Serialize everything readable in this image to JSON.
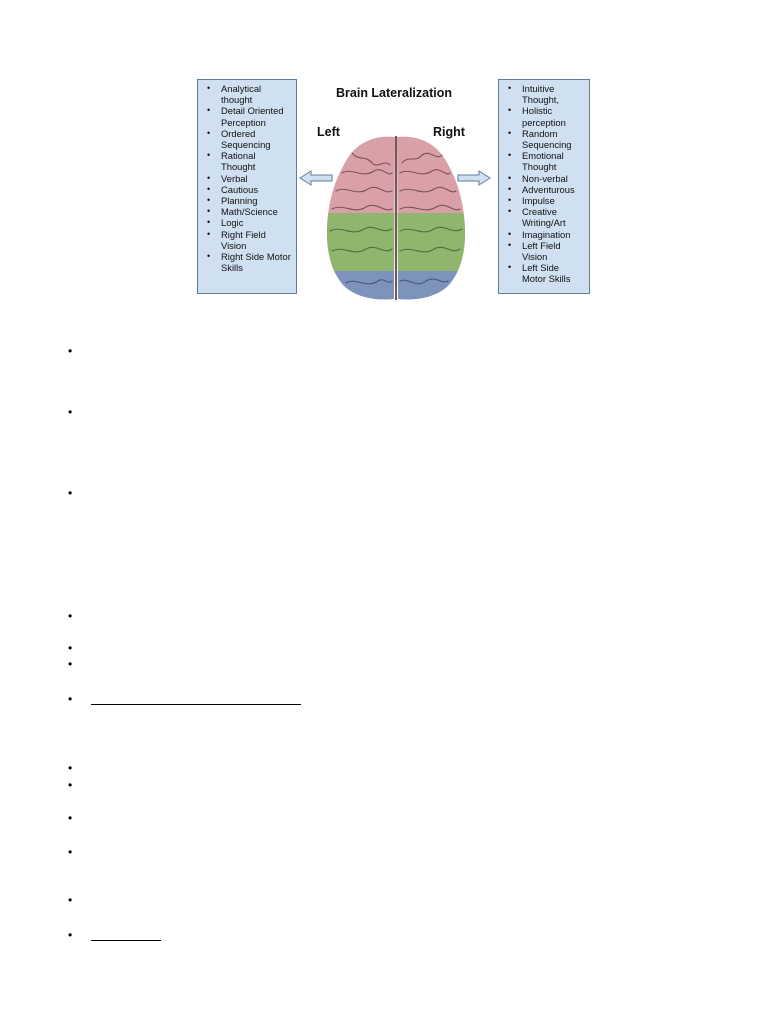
{
  "figure": {
    "title": "Brain Lateralization",
    "left_label": "Left",
    "right_label": "Right",
    "left_items": [
      "Analytical thought",
      "Detail Oriented Perception",
      "Ordered Sequencing",
      "Rational Thought",
      "Verbal",
      "Cautious",
      "Planning",
      "Math/Science",
      "Logic",
      "Right Field Vision",
      "Right Side Motor Skills"
    ],
    "right_items": [
      "Intuitive Thought,",
      "Holistic perception",
      "Random Sequencing",
      "Emotional Thought",
      "Non-verbal",
      "Adventurous",
      "Impulse",
      "Creative Writing/Art",
      "Imagination",
      "Left Field Vision",
      "Left Side Motor Skills"
    ],
    "colors": {
      "panel_fill": "#cfe0f0",
      "panel_border": "#5e7e9c",
      "frontal_lobe": "#d9a0a8",
      "parietal_lobe": "#8fb56f",
      "occipital_lobe": "#7d93bb"
    }
  },
  "document": {
    "links": [
      "",
      ""
    ]
  }
}
